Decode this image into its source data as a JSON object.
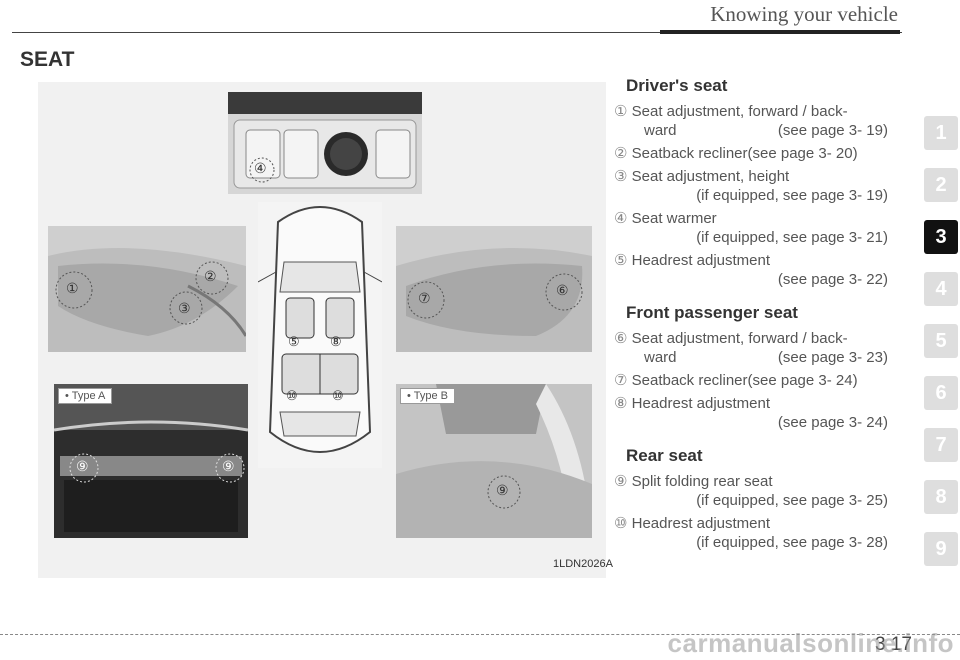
{
  "header": {
    "title": "Knowing your vehicle"
  },
  "section_title": "SEAT",
  "figure": {
    "code": "1LDN2026A",
    "type_a_label": "• Type A",
    "type_b_label": "• Type B",
    "callouts": {
      "c1": "①",
      "c2": "②",
      "c3": "③",
      "c4": "④",
      "c5": "⑤",
      "c6": "⑥",
      "c7": "⑦",
      "c8": "⑧",
      "c9": "⑨",
      "c10": "⑩"
    }
  },
  "drivers_seat": {
    "heading": "Driver's seat",
    "items": [
      {
        "num": "①",
        "line1": "Seat adjustment, forward / back-",
        "line2": "ward",
        "page": "(see page 3- 19)"
      },
      {
        "num": "②",
        "line1": "Seatback recliner(see page 3- 20)"
      },
      {
        "num": "③",
        "line1": "Seat adjustment, height",
        "line2": "(if equipped, see page 3- 19)"
      },
      {
        "num": "④",
        "line1": "Seat warmer",
        "line2": "(if equipped, see page 3- 21)"
      },
      {
        "num": "⑤",
        "line1": "Headrest adjustment",
        "line2": "(see page 3- 22)"
      }
    ]
  },
  "front_passenger_seat": {
    "heading": "Front passenger seat",
    "items": [
      {
        "num": "⑥",
        "line1": "Seat adjustment, forward / back-",
        "line2": "ward",
        "page": "(see page 3- 23)"
      },
      {
        "num": "⑦",
        "line1": "Seatback recliner(see page 3- 24)"
      },
      {
        "num": "⑧",
        "line1": "Headrest adjustment",
        "line2": "(see page 3- 24)"
      }
    ]
  },
  "rear_seat": {
    "heading": "Rear seat",
    "items": [
      {
        "num": "⑨",
        "line1": "Split folding rear seat",
        "line2": "(if equipped, see page 3- 25)"
      },
      {
        "num": "⑩",
        "line1": "Headrest adjustment",
        "line2": "(if equipped, see page 3- 28)"
      }
    ]
  },
  "chapter_tabs": [
    "1",
    "2",
    "3",
    "4",
    "5",
    "6",
    "7",
    "8",
    "9"
  ],
  "active_tab": "3",
  "footer": {
    "page_number": "3 17",
    "watermark": "carmanualsonline.info"
  }
}
